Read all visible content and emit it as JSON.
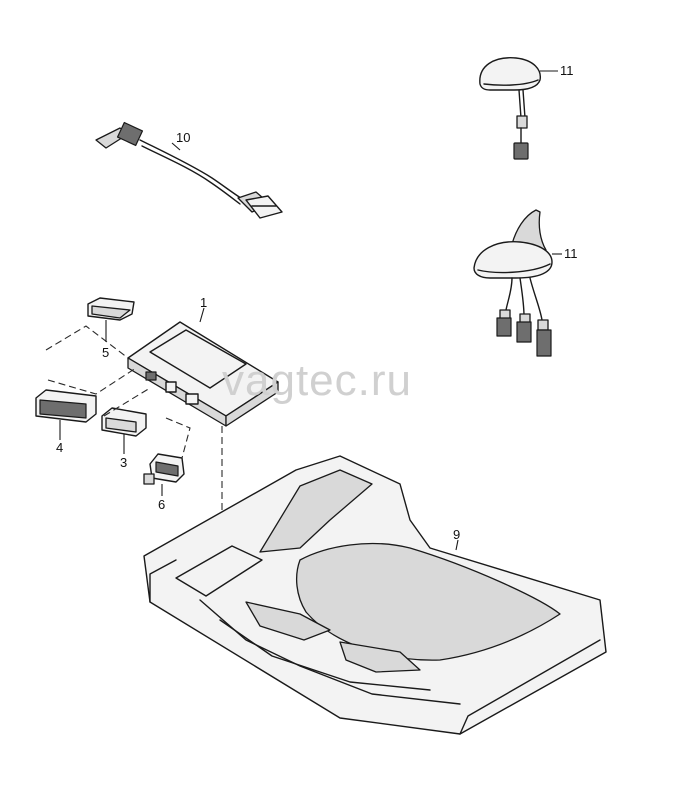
{
  "watermark": {
    "text": "vagtec.ru"
  },
  "callouts": {
    "c1": "1",
    "c3": "3",
    "c4": "4",
    "c5": "5",
    "c6": "6",
    "c9": "9",
    "c10": "10",
    "c11_top": "11",
    "c11_bottom": "11"
  },
  "colors": {
    "line": "#1a1a1a",
    "shade": "#d9d9d9",
    "watermark": "#d0d0d0"
  }
}
